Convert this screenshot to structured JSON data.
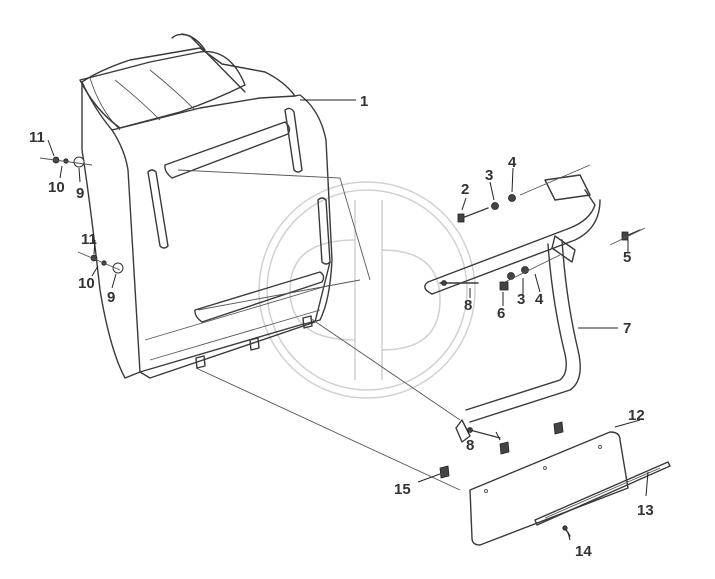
{
  "callouts": [
    {
      "id": "c1",
      "label": "1"
    },
    {
      "id": "c2",
      "label": "2"
    },
    {
      "id": "c3a",
      "label": "3"
    },
    {
      "id": "c3b",
      "label": "3"
    },
    {
      "id": "c4a",
      "label": "4"
    },
    {
      "id": "c4b",
      "label": "4"
    },
    {
      "id": "c5",
      "label": "5"
    },
    {
      "id": "c6",
      "label": "6"
    },
    {
      "id": "c7",
      "label": "7"
    },
    {
      "id": "c8a",
      "label": "8"
    },
    {
      "id": "c8b",
      "label": "8"
    },
    {
      "id": "c9a",
      "label": "9"
    },
    {
      "id": "c9b",
      "label": "9"
    },
    {
      "id": "c10a",
      "label": "10"
    },
    {
      "id": "c10b",
      "label": "10"
    },
    {
      "id": "c11a",
      "label": "11"
    },
    {
      "id": "c11b",
      "label": "11"
    },
    {
      "id": "c12",
      "label": "12"
    },
    {
      "id": "c13",
      "label": "13"
    },
    {
      "id": "c14",
      "label": "14"
    },
    {
      "id": "c15",
      "label": "15"
    }
  ],
  "colors": {
    "line": "#3a3a3a",
    "label": "#333333",
    "watermark": "#bdbdbd"
  }
}
